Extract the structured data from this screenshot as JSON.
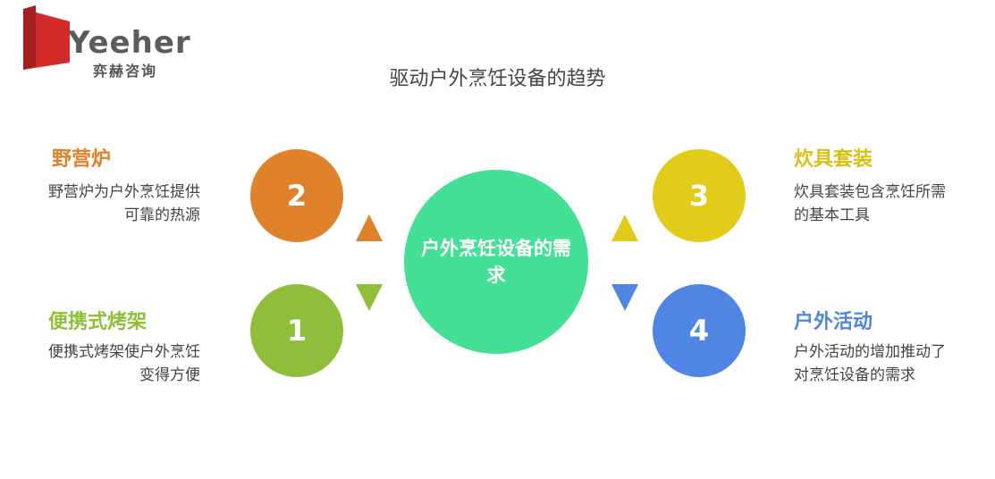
{
  "logo": {
    "text": "Yeeher",
    "subtitle": "弈赫咨询"
  },
  "title": "驱动户外烹饪设备的趋势",
  "center": {
    "label": "户外烹饪设备的需求",
    "color": "#44e095"
  },
  "items": [
    {
      "number": "2",
      "heading": "野营炉",
      "description": "野营炉为户外烹饪提供可靠的热源",
      "color": "#e0812c"
    },
    {
      "number": "1",
      "heading": "便携式烤架",
      "description": "便携式烤架使户外烹饪变得方便",
      "color": "#8fbe3b"
    },
    {
      "number": "3",
      "heading": "炊具套装",
      "description": "炊具套装包含烹饪所需的基本工具",
      "color": "#e3cb1a"
    },
    {
      "number": "4",
      "heading": "户外活动",
      "description": "户外活动的增加推动了对烹饪设备的需求",
      "color": "#4f86e3"
    }
  ]
}
